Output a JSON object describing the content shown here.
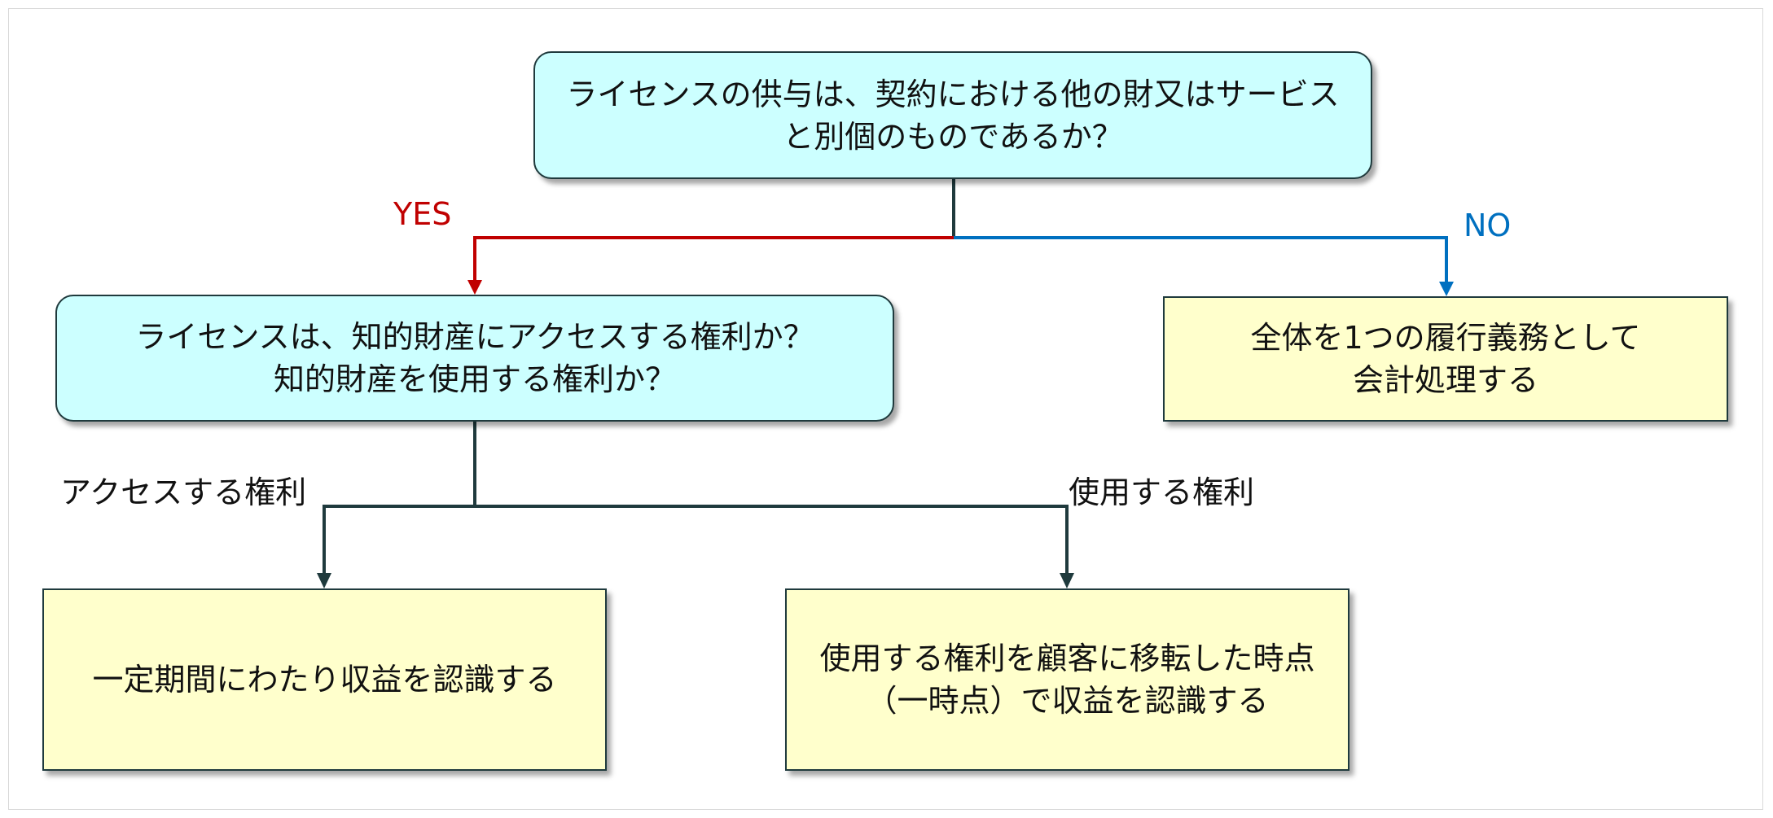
{
  "diagram": {
    "colors": {
      "yes": "#c00000",
      "no": "#0070c0",
      "line": "#1f3a3d",
      "decision_fill": "#ccffff",
      "result_fill": "#ffffcc"
    },
    "question1": {
      "lines": [
        "ライセンスの供与は、契約における他の財又はサービス",
        "と別個のものであるか？"
      ]
    },
    "yes_label": "YES",
    "no_label": "NO",
    "question2": {
      "lines": [
        "ライセンスは、知的財産にアクセスする権利か？",
        "知的財産を使用する権利か？"
      ]
    },
    "result_no": {
      "lines": [
        "全体を1つの履行義務として",
        "会計処理する"
      ]
    },
    "access_label": "アクセスする権利",
    "use_label": "使用する権利",
    "result_access": {
      "lines": [
        "一定期間にわたり収益を認識する"
      ]
    },
    "result_use": {
      "lines": [
        "使用する権利を顧客に移転した時点",
        "（一時点）で収益を認識する"
      ]
    }
  }
}
